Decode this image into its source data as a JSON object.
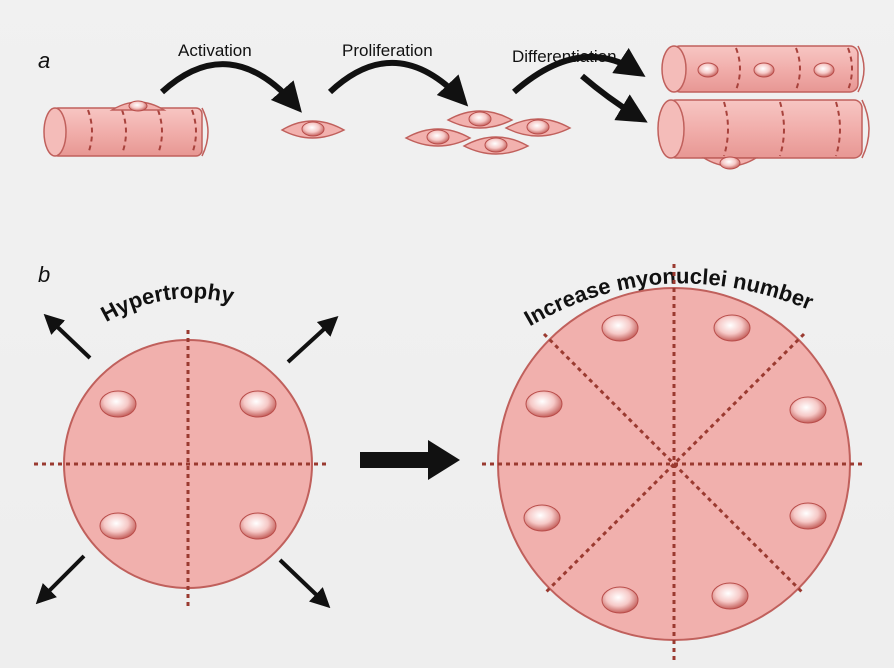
{
  "panels": {
    "a": {
      "letter": "a",
      "steps": [
        {
          "label": "Activation"
        },
        {
          "label": "Proliferation"
        },
        {
          "label": "Differentiation"
        }
      ]
    },
    "b": {
      "letter": "b",
      "left_label": "Hypertrophy",
      "right_label": "Increase myonuclei number"
    }
  },
  "colors": {
    "fiber_fill": "#f1b0ad",
    "fiber_stroke": "#c0605c",
    "nucleus_fill": "#ffffff",
    "nucleus_stroke": "#b94d4a",
    "dotted_line": "#9a3a30",
    "arrow": "#111111"
  },
  "icons": {
    "arrow": "curved-arrow-icon",
    "expand": "expand-arrow-icon"
  }
}
